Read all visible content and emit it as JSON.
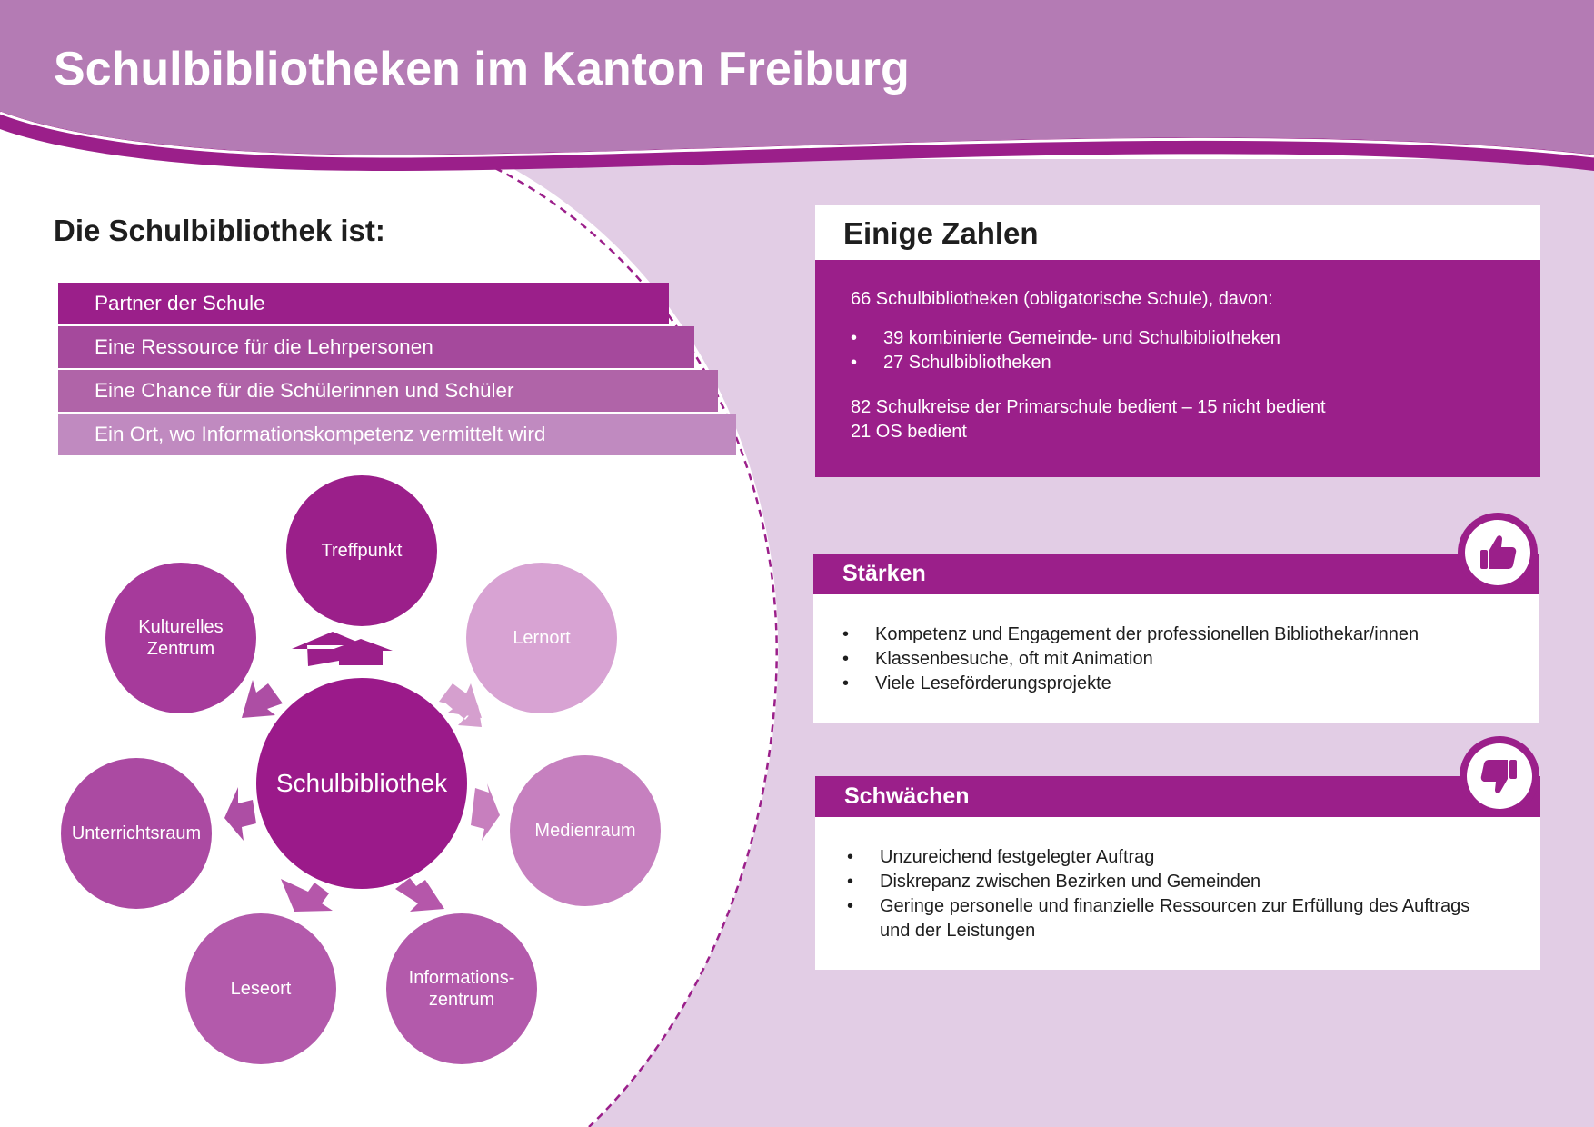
{
  "header": {
    "title": "Schulbibliotheken im Kanton Freiburg"
  },
  "colors": {
    "header_bg": "#b47bb4",
    "accent_purple": "#9b1f8a",
    "light_lilac": "#e2cde5"
  },
  "left": {
    "heading": "Die Schulbibliothek ist:",
    "roles": [
      "Partner der Schule",
      "Eine Ressource für die Lehrpersonen",
      "Eine Chance für die Schülerinnen und Schüler",
      "Ein Ort, wo Informationskompetenz vermittelt wird"
    ],
    "diagram": {
      "center": "Schulbibliothek",
      "nodes": [
        "Treffpunkt",
        "Lernort",
        "Medienraum",
        "Informations-\nzentrum",
        "Leseort",
        "Unterrichtsraum",
        "Kulturelles\nZentrum"
      ]
    }
  },
  "numbers": {
    "title": "Einige Zahlen",
    "intro": "66 Schulbibliotheken (obligatorische Schule), davon:",
    "items": [
      "39 kombinierte Gemeinde- und Schulbibliotheken",
      "27 Schulbibliotheken"
    ],
    "line1": "82 Schulkreise der Primarschule bedient – 15 nicht bedient",
    "line2": "21 OS bedient"
  },
  "strengths": {
    "title": "Stärken",
    "icon": "thumbs-up-icon",
    "items": [
      "Kompetenz und Engagement der professionellen Bibliothekar/innen",
      "Klassenbesuche, oft mit Animation",
      "Viele Leseförderungsprojekte"
    ]
  },
  "weaknesses": {
    "title": "Schwächen",
    "icon": "thumbs-down-icon",
    "items": [
      "Unzureichend festgelegter Auftrag",
      "Diskrepanz zwischen Bezirken und Gemeinden",
      "Geringe personelle und finanzielle Ressourcen zur Erfüllung des Auftrags und der Leistungen"
    ]
  }
}
